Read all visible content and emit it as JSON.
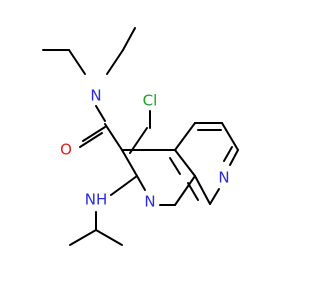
{
  "molecule": {
    "atoms": {
      "n_amide": {
        "label": "N",
        "color": "#2a2ae0"
      },
      "o_carbonyl": {
        "label": "O",
        "color": "#e02020"
      },
      "cl": {
        "label": "Cl",
        "color": "#1fa01f"
      },
      "n_amino": {
        "label": "NH",
        "color": "#2a2ae0"
      },
      "n_ring1": {
        "label": "N",
        "color": "#2a2ae0"
      },
      "n_ring2": {
        "label": "N",
        "color": "#2a2ae0"
      }
    }
  }
}
